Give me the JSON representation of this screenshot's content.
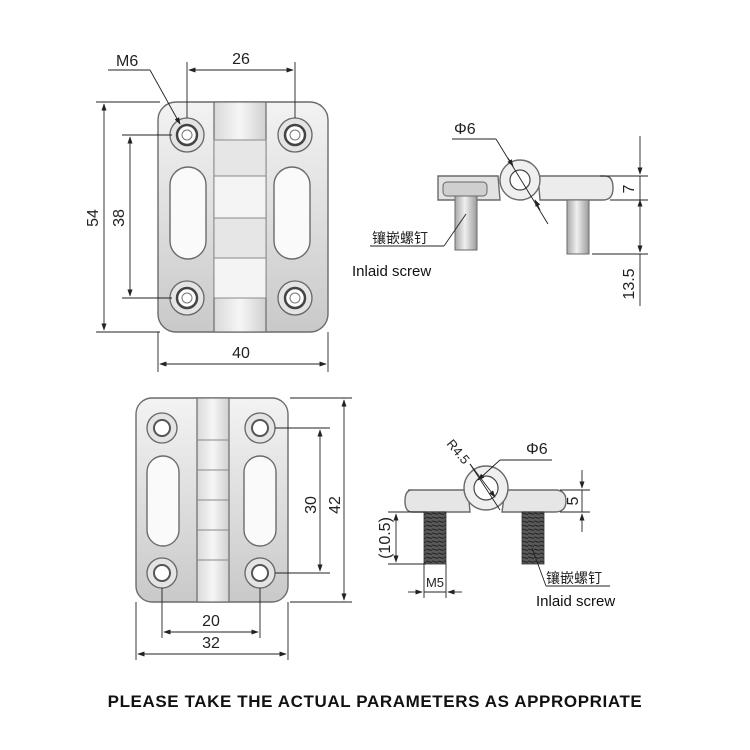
{
  "top_view": {
    "thread_label": "M6",
    "width_between_holes": "26",
    "height_outer": "54",
    "height_between_holes": "38",
    "width_outer": "40"
  },
  "top_side_view": {
    "pin_diameter": "Φ6",
    "knuckle_height": "7",
    "screw_length": "13.5",
    "screw_label_cn": "镶嵌螺钉",
    "screw_label_en": "Inlaid screw"
  },
  "bottom_view": {
    "height_between_holes": "30",
    "height_outer": "42",
    "width_between_holes": "20",
    "width_outer": "32"
  },
  "bottom_side_view": {
    "radius": "R4.5",
    "pin_diameter": "Φ6",
    "knuckle_height": "5",
    "screw_length": "(10.5)",
    "thread_label": "M5",
    "screw_label_cn": "镶嵌螺钉",
    "screw_label_en": "Inlaid screw"
  },
  "footer": {
    "note": "PLEASE TAKE THE ACTUAL PARAMETERS AS APPROPRIATE"
  }
}
